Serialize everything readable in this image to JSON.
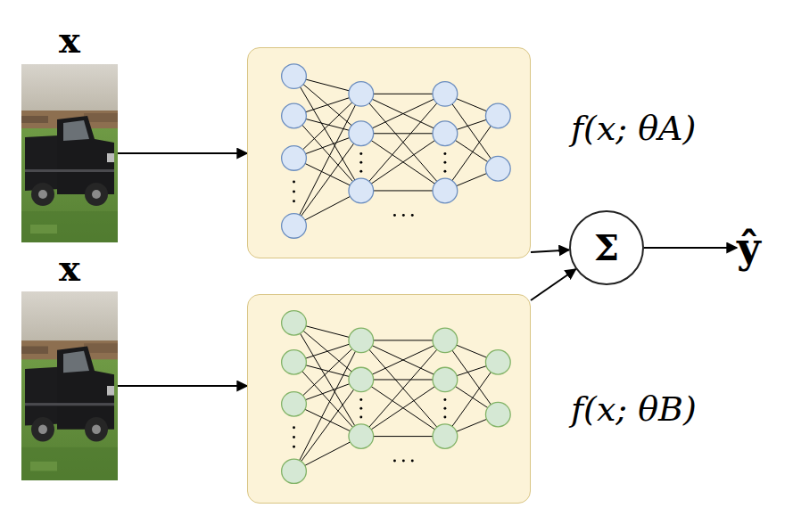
{
  "diagram": {
    "nodes": [
      {
        "text": [
          "x"
        ]
      },
      {
        "text": [
          "f(x; θA)"
        ]
      },
      {
        "text": [
          "x"
        ]
      },
      {
        "text": [
          "f(x; θB)"
        ]
      },
      {
        "text": [
          "Σ"
        ]
      },
      {
        "text": [
          "ŷ"
        ]
      }
    ],
    "edges": [
      {
        "from": 0,
        "to": 1,
        "arrow": "to"
      },
      {
        "from": 2,
        "to": 3,
        "arrow": "to"
      },
      {
        "from": 1,
        "to": 4,
        "arrow": "to"
      },
      {
        "from": 3,
        "to": 4,
        "arrow": "to"
      },
      {
        "from": 4,
        "to": 5,
        "arrow": "to"
      }
    ]
  }
}
